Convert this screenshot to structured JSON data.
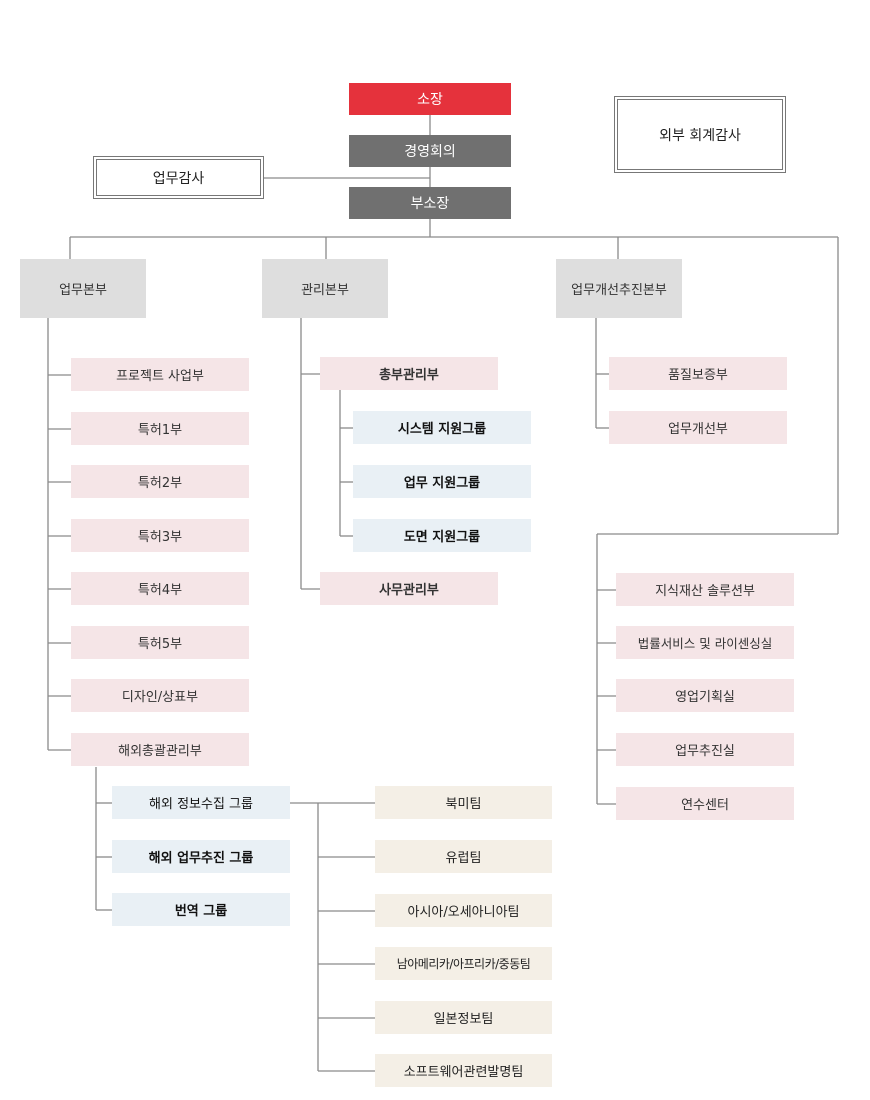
{
  "top": {
    "director": "소장",
    "meeting": "경영회의",
    "vice": "부소장",
    "internal_audit": "업무감사",
    "external_audit": "외부 회계감사"
  },
  "divisions": {
    "business": "업무본부",
    "admin": "관리본부",
    "improvement": "업무개선추진본부"
  },
  "business_units": [
    "프로젝트 사업부",
    "특허1부",
    "특허2부",
    "특허3부",
    "특허4부",
    "특허5부",
    "디자인/상표부",
    "해외총괄관리부"
  ],
  "overseas_groups": [
    "해외 정보수집 그룹",
    "해외 업무추진 그룹",
    "번역 그룹"
  ],
  "overseas_teams": [
    "북미팀",
    "유럽팀",
    "아시아/오세아니아팀",
    "남아메리카/아프리카/중동팀",
    "일본정보팀",
    "소프트웨어관련발명팀"
  ],
  "admin_units": {
    "general": "총부관리부",
    "groups": [
      "시스템 지원그룹",
      "업무 지원그룹",
      "도면 지원그룹"
    ],
    "office": "사무관리부"
  },
  "improvement_units": [
    "품질보증부",
    "업무개선부"
  ],
  "standalone_units": [
    "지식재산 솔루션부",
    "법률서비스 및 라이센싱실",
    "영업기획실",
    "업무추진실",
    "연수센터"
  ],
  "colors": {
    "director": "#e5323c",
    "executive": "#707070",
    "division": "#dedede",
    "unit": "#f5e5e7",
    "group": "#e9f0f5",
    "team": "#f4efe6",
    "line": "#8a8a8a"
  }
}
